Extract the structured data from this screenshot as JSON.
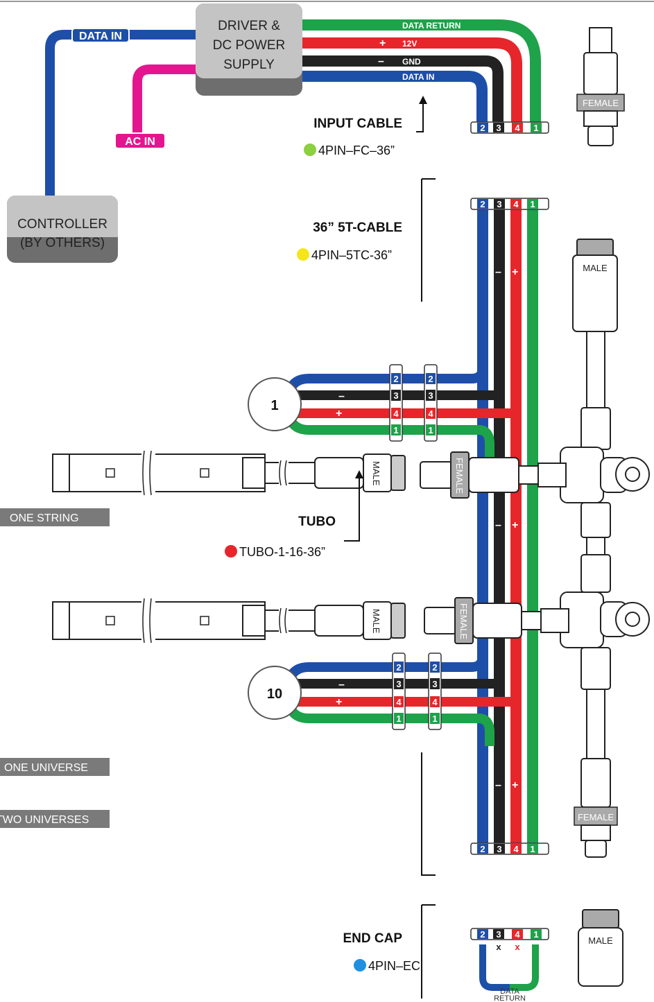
{
  "colors": {
    "data_in": "#1e4fa8",
    "ground": "#222222",
    "power_12v": "#e6262b",
    "data_return": "#1ea24a",
    "ac_in": "#e4168f",
    "box_grey": "#bdbdbd",
    "box_dark": "#6e6e6e",
    "tag_grey": "#7a7a7a"
  },
  "boxes": {
    "driver_line1": "DRIVER &",
    "driver_line2": "DC POWER",
    "driver_line3": "SUPPLY",
    "controller_line1": "CONTROLLER",
    "controller_line2": "(BY OTHERS)"
  },
  "wire_tags": {
    "data_in_top": "DATA IN",
    "ac_in": "AC IN",
    "data_return": "DATA RETURN",
    "v12": "12V",
    "gnd": "GND",
    "data_in_bundle": "DATA IN"
  },
  "parts": {
    "input_cable_title": "INPUT CABLE",
    "input_cable_code": "4PIN–FC–36”",
    "t_cable_title": "36” 5T-CABLE",
    "t_cable_code": "4PIN–5TC-36”",
    "tubo_title": "TUBO",
    "tubo_code": "TUBO-1-16-36”",
    "end_cap_title": "END CAP",
    "end_cap_code": "4PIN–EC"
  },
  "part_dot_colors": {
    "input_cable": "#8ccf3f",
    "t_cable": "#f5e619",
    "tubo": "#e6262b",
    "end_cap": "#1f8fe0"
  },
  "connectors": {
    "female": "FEMALE",
    "male": "MALE"
  },
  "string_numbers": {
    "first": "1",
    "last": "10"
  },
  "pins": {
    "p2": "2",
    "p3": "3",
    "p4": "4",
    "p1": "1",
    "x": "x"
  },
  "polarity": {
    "plus": "+",
    "minus": "–"
  },
  "side_tags": {
    "one_string": "ONE STRING",
    "one_universe": "ONE UNIVERSE",
    "two_universes": "TWO UNIVERSES"
  },
  "end_cap_return_line1": "DATA",
  "end_cap_return_line2": "RETURN"
}
